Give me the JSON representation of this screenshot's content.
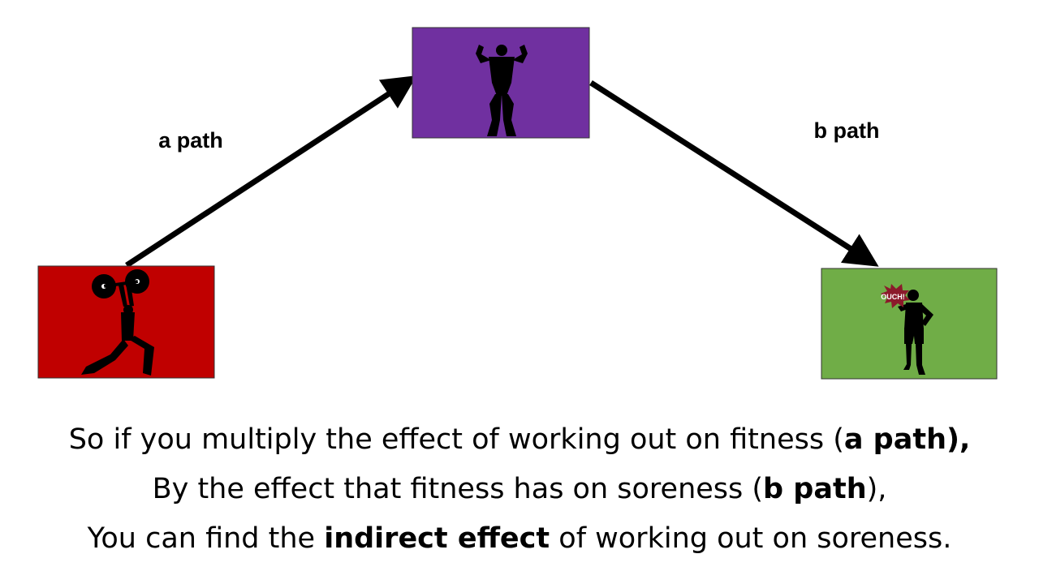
{
  "colors": {
    "working_out": "#c00000",
    "fitness": "#7030a0",
    "soreness": "#70ad47",
    "arrow": "#000000",
    "silhouette": "#000000"
  },
  "icons": {
    "working_out": "weightlifter-silhouette-icon",
    "fitness": "bodybuilder-silhouette-icon",
    "soreness": "sore-athlete-silhouette-icon"
  },
  "labels": {
    "a_path": "a path",
    "b_path": "b path",
    "ouch": "OUCH!"
  },
  "caption": {
    "line1_pre": "So if you multiply the effect of working out on fitness (",
    "line1_bold": "a path),",
    "line2_pre": "By the effect that fitness has on soreness (",
    "line2_bold": "b path",
    "line2_post": "),",
    "line3_pre": "You can find the ",
    "line3_bold": "indirect effect",
    "line3_post": " of working out on soreness."
  }
}
